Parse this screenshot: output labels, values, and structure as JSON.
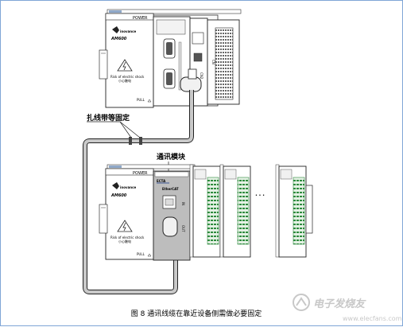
{
  "top_unit": {
    "power_label": "POWER",
    "model": "AM600",
    "warning": "Risk of electric shock",
    "warning_cn": "小心触电",
    "pull_label": "PULL"
  },
  "bottom_unit": {
    "power_label": "POWER",
    "model": "AM600",
    "warning": "Risk of electric shock",
    "warning_cn": "小心触电",
    "pull_label": "PULL",
    "comm_module_tag": "ECTA",
    "comm_module_name": "EtherCAT",
    "port_in": "IN",
    "port_out": "OUT"
  },
  "annotations": {
    "tie_label": "扎线带等固定",
    "comm_module_label": "通讯模块",
    "ellipsis": "• • •"
  },
  "caption": "图 8  通讯线缆在靠近设备侧需做必要固定",
  "watermark": {
    "main": "电子发烧友",
    "url": "www.elecfans.com"
  }
}
